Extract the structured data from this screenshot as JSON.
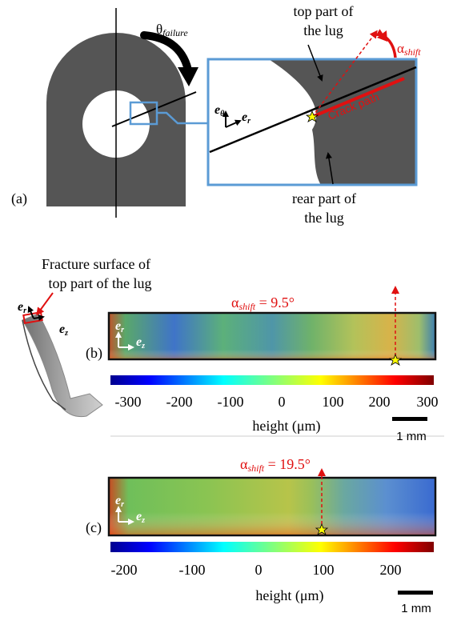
{
  "panel_a": {
    "label": "(a)",
    "theta_label_base": "θ",
    "theta_label_sub": "failure",
    "alpha_label_base": "α",
    "alpha_label_sub": "shift",
    "top_part_line1": "top part of",
    "top_part_line2": "the lug",
    "rear_part_line1": "rear part of",
    "rear_part_line2": "the lug",
    "crack_path": "Crack path",
    "e_theta_base": "e",
    "e_theta_sub": "θ",
    "e_r_base": "e",
    "e_r_sub": "r"
  },
  "fracture_note": {
    "line1": "Fracture surface of",
    "line2": "top part of the lug",
    "e_r_base": "e",
    "e_r_sub": "r",
    "e_z_base": "e",
    "e_z_sub": "z"
  },
  "panel_b": {
    "label": "(b)",
    "alpha_base": "α",
    "alpha_sub": "shift",
    "alpha_value": " =  9.5°",
    "colorbar_ticks": [
      "-300",
      "-200",
      "-100",
      "0",
      "100",
      "200",
      "300"
    ],
    "colorbar_label": "height (μm)",
    "scale_label": "1 mm"
  },
  "panel_c": {
    "label": "(c)",
    "alpha_base": "α",
    "alpha_sub": "shift",
    "alpha_value": " = 19.5°",
    "colorbar_ticks": [
      "-200",
      "-100",
      "0",
      "100",
      "200"
    ],
    "colorbar_label": "height (μm)",
    "scale_label": "1 mm"
  },
  "colors": {
    "lug": "#555555",
    "inset_border": "#5b9bd5",
    "accent_red": "#e01010",
    "star": "#ffff00"
  }
}
